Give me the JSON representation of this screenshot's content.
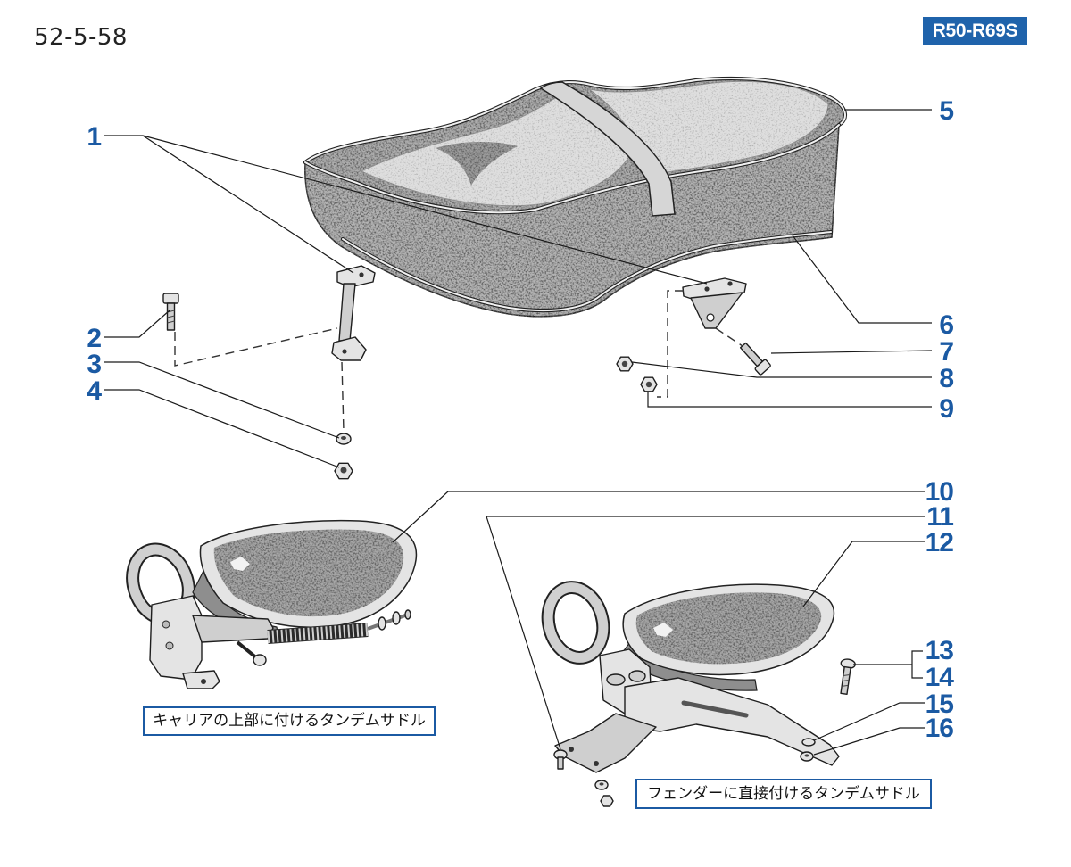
{
  "header": {
    "page_code": "52-5-58",
    "model_badge": "R50-R69S"
  },
  "callouts": [
    "1",
    "2",
    "3",
    "4",
    "5",
    "6",
    "7",
    "8",
    "9",
    "10",
    "11",
    "12",
    "13",
    "14",
    "15",
    "16"
  ],
  "captions": {
    "carrier_mounted_saddle": "キャリアの上部に付けるタンデムサドル",
    "fender_mounted_saddle": "フェンダーに直接付けるタンデムサドル"
  },
  "colors": {
    "callout_blue": "#1b5aa3",
    "badge_bg": "#1f63ab",
    "badge_text": "#ffffff",
    "leader_line": "#1a1a1a"
  }
}
